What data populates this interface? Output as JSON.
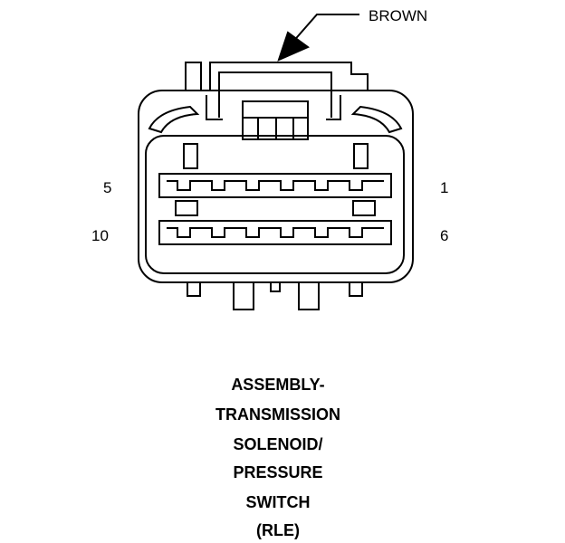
{
  "wire_color_label": "BROWN",
  "pin_labels": {
    "top_left": "5",
    "top_right": "1",
    "bottom_left": "10",
    "bottom_right": "6"
  },
  "caption_lines": [
    "ASSEMBLY-",
    "TRANSMISSION",
    "SOLENOID/",
    "PRESSURE",
    "SWITCH",
    "(RLE)"
  ]
}
